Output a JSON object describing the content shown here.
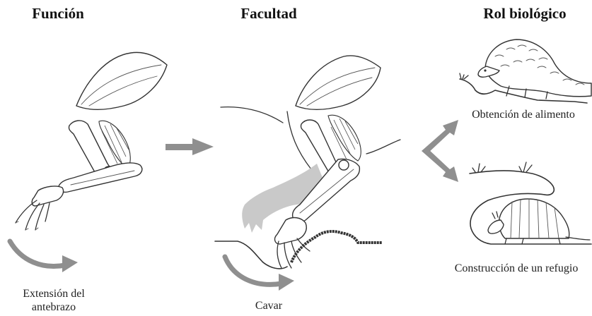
{
  "columns": {
    "function_title": "Función",
    "faculty_title": "Facultad",
    "role_title": "Rol biológico"
  },
  "captions": {
    "function_line1": "Extensión del",
    "function_line2": "antebrazo",
    "faculty": "Cavar",
    "role_food": "Obtención de alimento",
    "role_shelter": "Construcción de un refugio"
  },
  "colors": {
    "arrow": "#8f8f8f",
    "ghost_limb": "#c9c9c9",
    "ink": "#333333"
  }
}
